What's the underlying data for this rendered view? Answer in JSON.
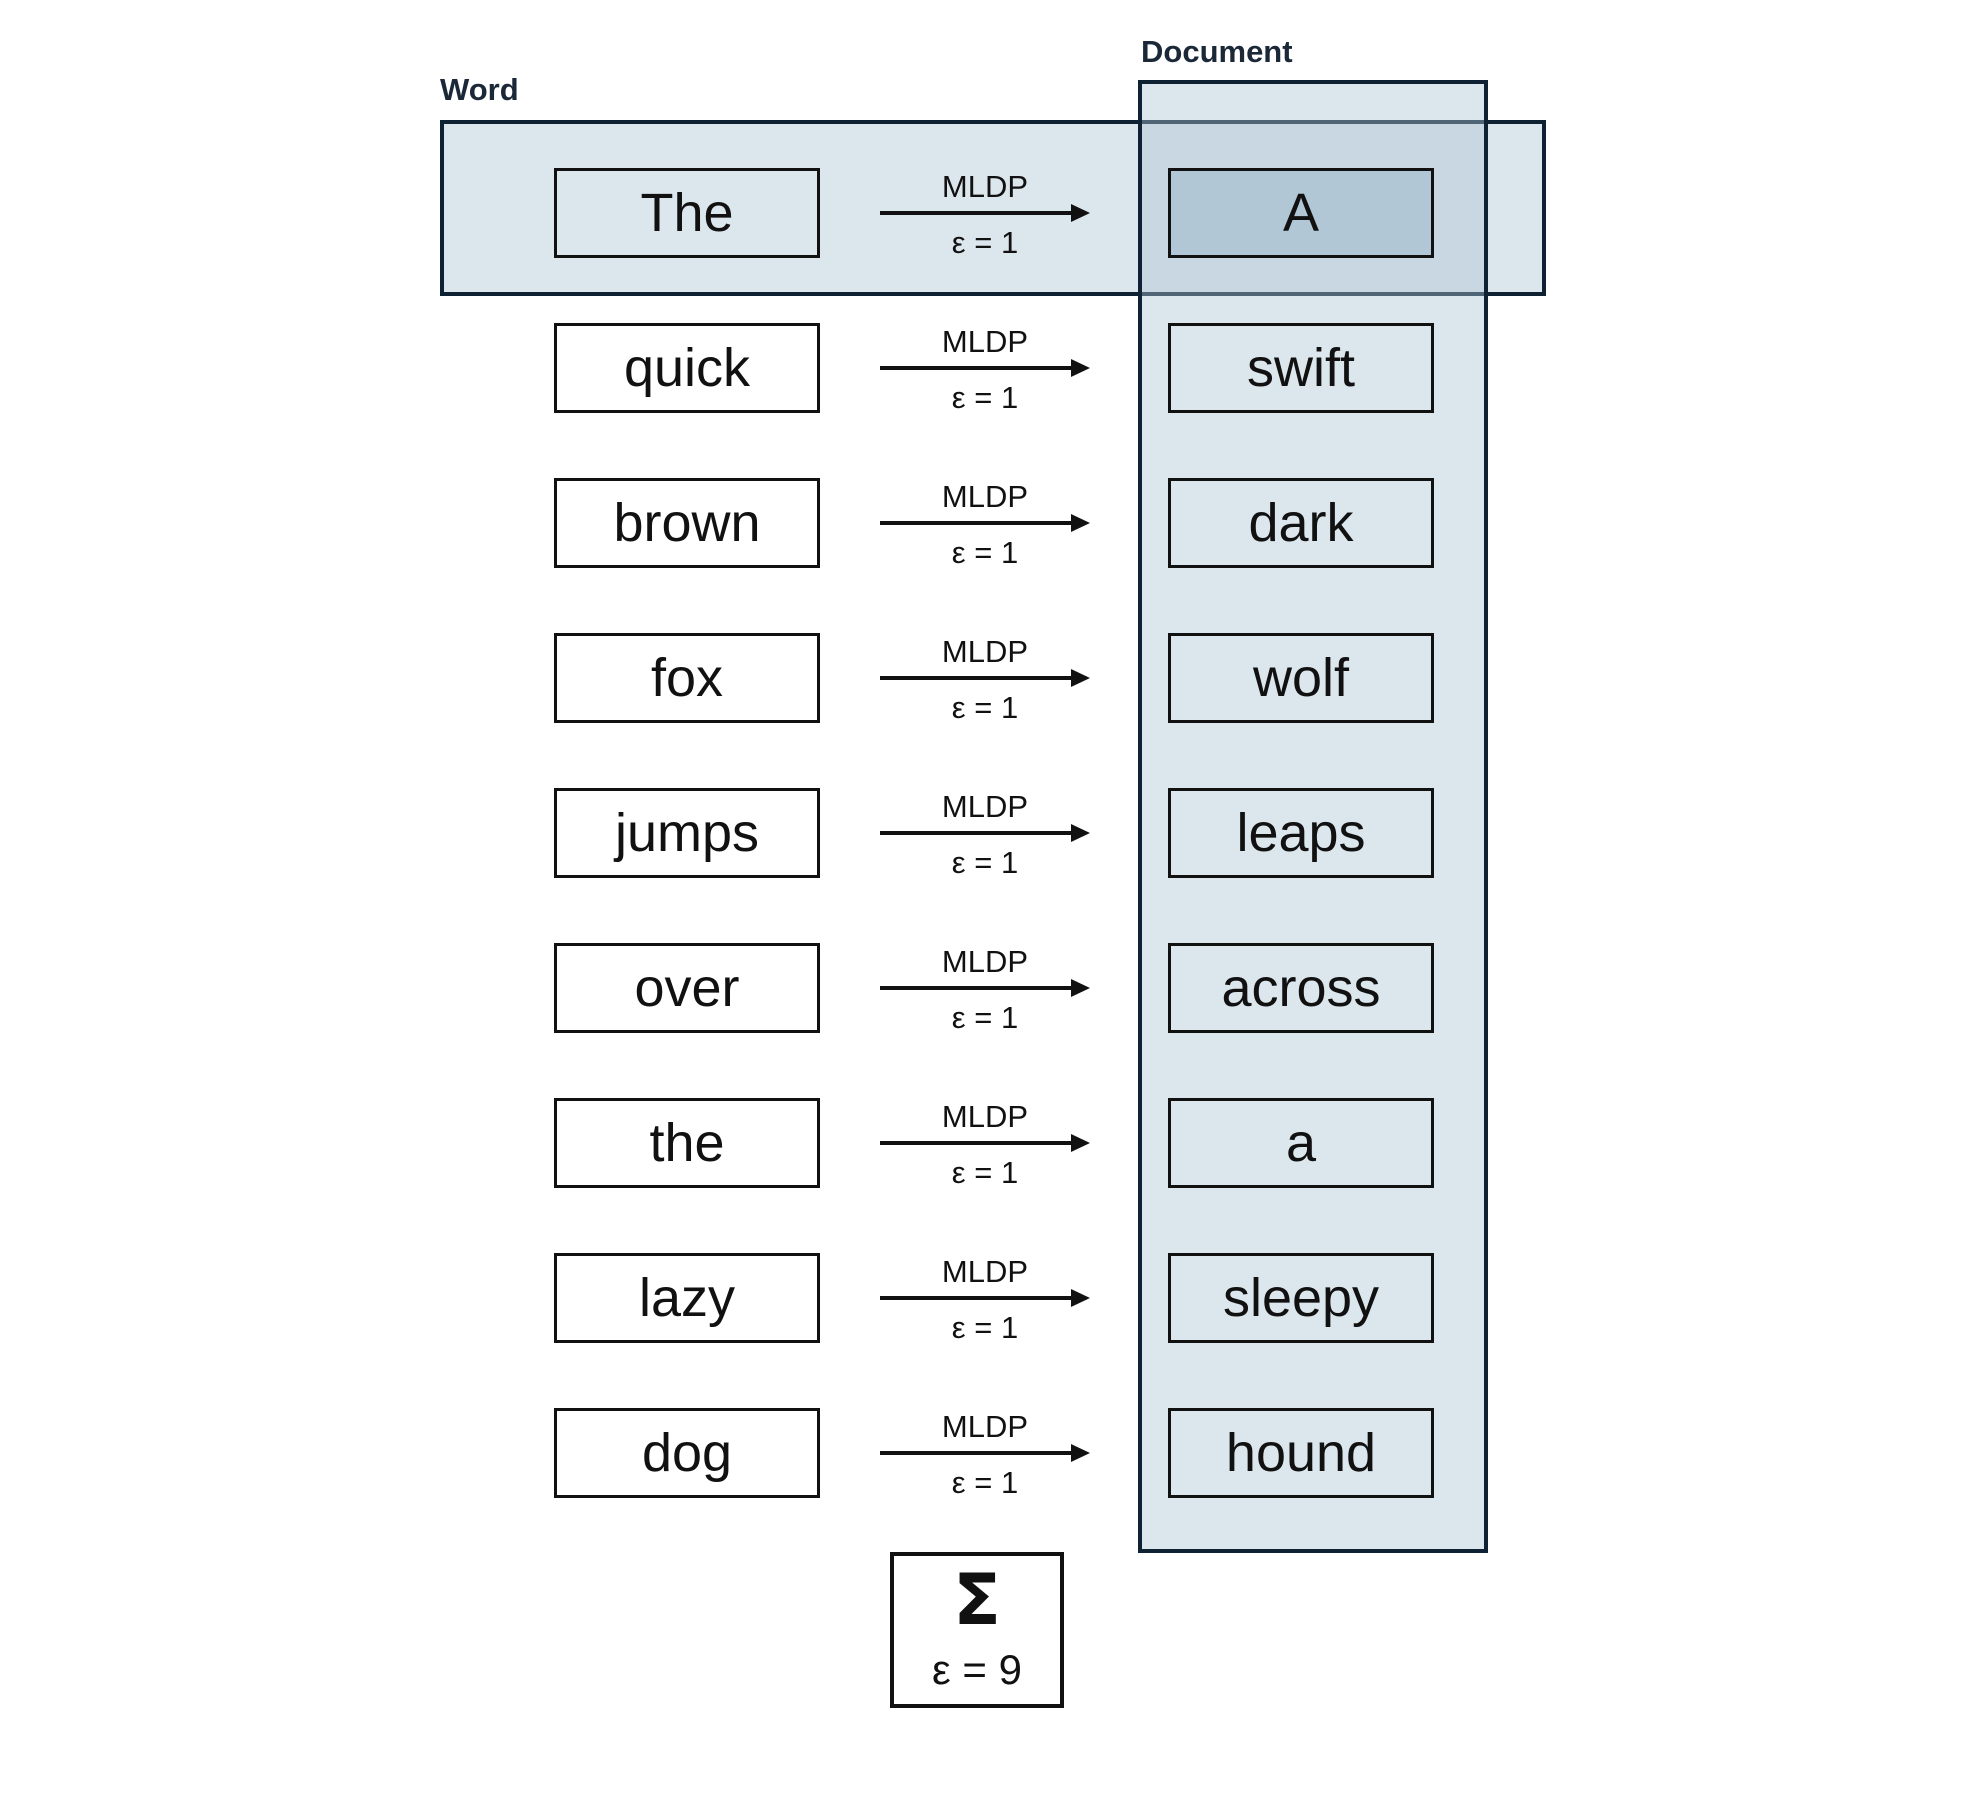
{
  "regions": {
    "word_label": "Word",
    "document_label": "Document"
  },
  "rows": [
    {
      "word": "The",
      "mechanism": "MLDP",
      "epsilon": "ε = 1",
      "substitute": "A"
    },
    {
      "word": "quick",
      "mechanism": "MLDP",
      "epsilon": "ε = 1",
      "substitute": "swift"
    },
    {
      "word": "brown",
      "mechanism": "MLDP",
      "epsilon": "ε = 1",
      "substitute": "dark"
    },
    {
      "word": "fox",
      "mechanism": "MLDP",
      "epsilon": "ε = 1",
      "substitute": "wolf"
    },
    {
      "word": "jumps",
      "mechanism": "MLDP",
      "epsilon": "ε = 1",
      "substitute": "leaps"
    },
    {
      "word": "over",
      "mechanism": "MLDP",
      "epsilon": "ε = 1",
      "substitute": "across"
    },
    {
      "word": "the",
      "mechanism": "MLDP",
      "epsilon": "ε = 1",
      "substitute": "a"
    },
    {
      "word": "lazy",
      "mechanism": "MLDP",
      "epsilon": "ε = 1",
      "substitute": "sleepy"
    },
    {
      "word": "dog",
      "mechanism": "MLDP",
      "epsilon": "ε = 1",
      "substitute": "hound"
    }
  ],
  "summary": {
    "symbol": "Σ",
    "epsilon": "ε = 9"
  },
  "colors": {
    "region_fill": "#abc4d5",
    "region_border": "#0f2233",
    "text": "#111111"
  }
}
